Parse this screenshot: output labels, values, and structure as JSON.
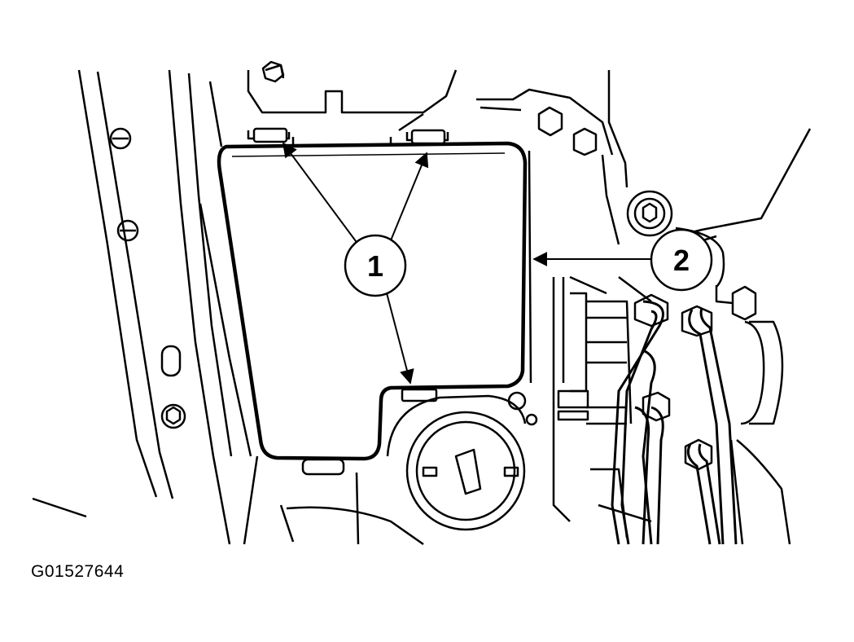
{
  "figure": {
    "id_label": "G01527644",
    "callouts": [
      {
        "number": "1"
      },
      {
        "number": "2"
      }
    ]
  },
  "colors": {
    "ink": "#000000",
    "paper": "#ffffff"
  }
}
